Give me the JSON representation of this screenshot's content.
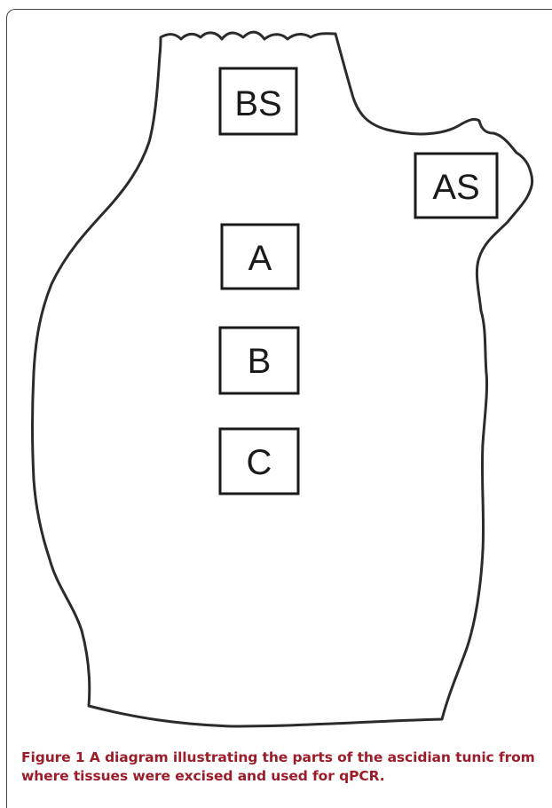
{
  "figure": {
    "caption_label": "Figure 1",
    "caption_text": " A diagram illustrating the parts of the ascidian tunic from where tissues were excised and used for qPCR."
  },
  "diagram": {
    "regions": [
      {
        "id": "bs",
        "label": "BS"
      },
      {
        "id": "as",
        "label": "AS"
      },
      {
        "id": "a",
        "label": "A"
      },
      {
        "id": "b",
        "label": "B"
      },
      {
        "id": "c",
        "label": "C"
      }
    ]
  },
  "colors": {
    "caption": "#9c1d2a",
    "outline": "#2b2b2b"
  }
}
